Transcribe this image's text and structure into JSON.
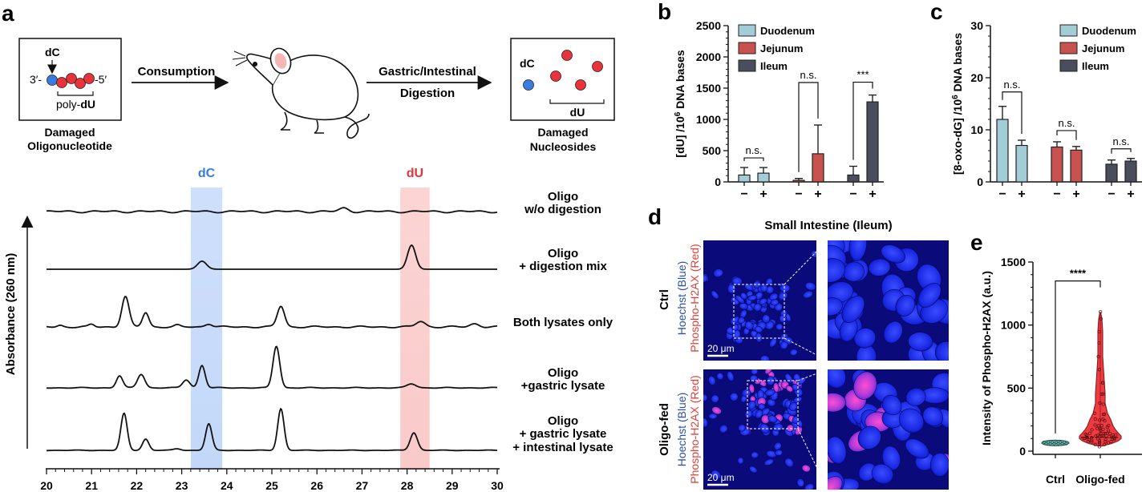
{
  "panels": {
    "a": {
      "letter": "a",
      "schematic": {
        "left_dc": "dC",
        "left_3p": "3′-",
        "left_5p": "-5′",
        "left_polydu_prefix": "poly-",
        "left_polydu_bold": "dU",
        "left_caption_1": "Damaged",
        "left_caption_2": "Oligonucleotide",
        "arrow1_label": "Consumption",
        "arrow2_label_1": "Gastric/Intestinal",
        "arrow2_label_2": "Digestion",
        "right_dc": "dC",
        "right_du": "dU",
        "right_caption_1": "Damaged",
        "right_caption_2": "Nucleosides"
      },
      "chromatogram": {
        "ylabel": "Absorbance (260 nm)",
        "xticks": [
          "20",
          "21",
          "22",
          "23",
          "24",
          "25",
          "26",
          "27",
          "28",
          "29",
          "30"
        ],
        "band_dc_label": "dC",
        "band_du_label": "dU",
        "band_dc_range": [
          23.2,
          23.9
        ],
        "band_du_range": [
          27.85,
          28.5
        ],
        "traces": [
          {
            "label_lines": [
              "Oligo",
              "w/o digestion"
            ],
            "peaks": [
              [
                26.6,
                4,
                0.1
              ]
            ],
            "noise": 1.5
          },
          {
            "label_lines": [
              "Oligo",
              "+ digestion mix"
            ],
            "peaks": [
              [
                23.45,
                10,
                0.1
              ],
              [
                28.1,
                30,
                0.09
              ]
            ],
            "noise": 0
          },
          {
            "label_lines": [
              "Both lysates only"
            ],
            "peaks": [
              [
                21.75,
                38,
                0.08
              ],
              [
                22.2,
                18,
                0.07
              ],
              [
                25.2,
                26,
                0.08
              ],
              [
                23.6,
                4,
                0.08
              ],
              [
                28.3,
                7,
                0.1
              ],
              [
                29.5,
                4,
                0.1
              ],
              [
                20.3,
                2,
                0.06
              ],
              [
                21.0,
                3,
                0.06
              ],
              [
                22.9,
                2,
                0.06
              ]
            ],
            "noise": 1.2
          },
          {
            "label_lines": [
              "Oligo",
              "+gastric lysate"
            ],
            "peaks": [
              [
                21.62,
                15,
                0.07
              ],
              [
                22.1,
                17,
                0.08
              ],
              [
                23.1,
                10,
                0.08
              ],
              [
                23.45,
                28,
                0.07
              ],
              [
                25.1,
                52,
                0.075
              ],
              [
                28.1,
                5,
                0.1
              ]
            ],
            "noise": 0.6
          },
          {
            "label_lines": [
              "Oligo",
              "+ gastric lysate",
              "+ intestinal lysate"
            ],
            "peaks": [
              [
                21.72,
                46,
                0.07
              ],
              [
                22.2,
                14,
                0.07
              ],
              [
                22.9,
                2,
                0.08
              ],
              [
                23.6,
                33,
                0.07
              ],
              [
                25.2,
                52,
                0.07
              ],
              [
                28.15,
                22,
                0.08
              ]
            ],
            "noise": 0.4
          }
        ]
      }
    },
    "b": {
      "letter": "b",
      "chart_data": {
        "type": "bar",
        "ylabel_main": "[dU] /10",
        "ylabel_sup": "6",
        "ylabel_tail": " DNA bases",
        "ylim": [
          0,
          2500
        ],
        "yticks": [
          "0",
          "500",
          "1000",
          "1500",
          "2000",
          "2500"
        ],
        "tick_labels": [
          "−",
          "+",
          "−",
          "+",
          "−",
          "+"
        ],
        "series": [
          {
            "name": "Duodenum",
            "color": "#a2cdd6",
            "values": [
              110,
              140
            ],
            "errors": [
              120,
              90
            ]
          },
          {
            "name": "Jejunum",
            "color": "#c8524e",
            "values": [
              25,
              450
            ],
            "errors": [
              30,
              460
            ]
          },
          {
            "name": "Ileum",
            "color": "#4a4e5c",
            "values": [
              110,
              1280
            ],
            "errors": [
              140,
              110
            ]
          }
        ],
        "significance": [
          "n.s.",
          "n.s.",
          "***"
        ]
      }
    },
    "c": {
      "letter": "c",
      "chart_data": {
        "type": "bar",
        "ylabel_main": "[8-oxo-dG] /10",
        "ylabel_sup": "6",
        "ylabel_tail": " DNA bases",
        "ylim": [
          0,
          30
        ],
        "yticks": [
          "0",
          "10",
          "20",
          "30"
        ],
        "tick_labels": [
          "−",
          "+",
          "−",
          "+",
          "−",
          "+"
        ],
        "series": [
          {
            "name": "Duodenum",
            "color": "#a2cdd6",
            "values": [
              12,
              7
            ],
            "errors": [
              2.5,
              1.0
            ]
          },
          {
            "name": "Jejunum",
            "color": "#c8524e",
            "values": [
              6.7,
              6.1
            ],
            "errors": [
              1.0,
              0.7
            ]
          },
          {
            "name": "Ileum",
            "color": "#4a4e5c",
            "values": [
              3.4,
              4.0
            ],
            "errors": [
              0.8,
              0.5
            ]
          }
        ],
        "significance": [
          "n.s.",
          "n.s.",
          "n.s."
        ]
      }
    },
    "d": {
      "letter": "d",
      "title": "Small Intestine (Ileum)",
      "rows": [
        {
          "name": "Ctrl",
          "label_blue": "Hoechst (Blue)",
          "label_red": "Phospho-H2AX (Red)",
          "scalebar": "20 μm"
        },
        {
          "name": "Oligo-fed",
          "label_blue": "Hoechst (Blue)",
          "label_red": "Phospho-H2AX (Red)",
          "scalebar": "20 μm"
        }
      ]
    },
    "e": {
      "letter": "e",
      "chart_data": {
        "type": "violin",
        "ylabel": "Intensity of Phospho-H2AX (a.u.)",
        "ylim": [
          0,
          1500
        ],
        "yticks": [
          "0",
          "500",
          "1000",
          "1500"
        ],
        "categories": [
          "Ctrl",
          "Oligo-fed"
        ],
        "significance": "****",
        "groups": [
          {
            "name": "Ctrl",
            "min": 55,
            "max": 80,
            "median": 65
          },
          {
            "name": "Oligo-fed",
            "min": 40,
            "max": 1100,
            "median": 110
          }
        ]
      }
    }
  }
}
